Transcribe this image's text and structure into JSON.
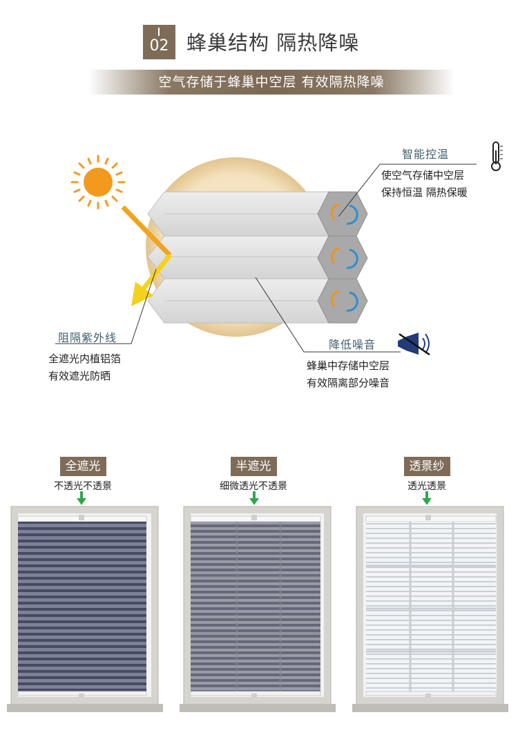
{
  "header": {
    "number": "02",
    "title": "蜂巢结构 隔热降噪",
    "subtitle": "空气存储于蜂巢中空层 有效隔热降噪"
  },
  "diagram": {
    "smart": {
      "label": "智能控温",
      "lines": [
        "使空气存储中空层",
        "保持恒温 隔热保暖"
      ]
    },
    "uv": {
      "label": "阻隔紫外线",
      "lines": [
        "全遮光内植铝箔",
        "有效遮光防晒"
      ]
    },
    "noise": {
      "label": "降低噪音",
      "lines": [
        "蜂巢中存储中空层",
        "有效隔离部分噪音"
      ]
    },
    "colors": {
      "sun": "#f39a1e",
      "ray": "#f0a51e",
      "arrow_blue": "#2a8fd4",
      "arrow_orange": "#f0921c",
      "deflect": "#f5d21a"
    }
  },
  "products": [
    {
      "name": "全遮光",
      "desc": "不透光不透景"
    },
    {
      "name": "半遮光",
      "desc": "细微透光不透景"
    },
    {
      "name": "透景纱",
      "desc": "透光透景"
    }
  ],
  "colors": {
    "accent": "#7e6c58",
    "down_arrow": "#2fa84a"
  }
}
